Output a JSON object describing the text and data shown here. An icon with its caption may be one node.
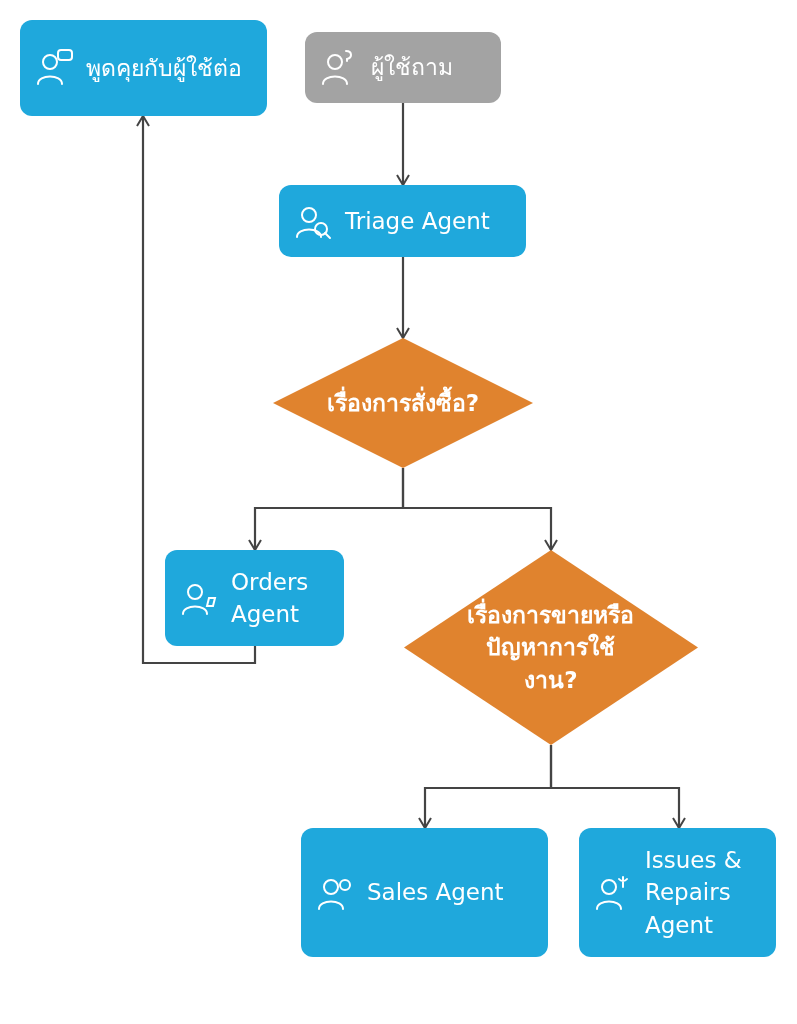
{
  "diagram": {
    "nodes": [
      {
        "text": [
          "พูดคุยกับผู้ใช้ต่อ"
        ]
      },
      {
        "text": [
          "ผู้ใช้ถาม"
        ]
      },
      {
        "text": [
          "Triage Agent"
        ]
      },
      {
        "text": [
          "เรื่องการสั่งซื้อ?"
        ]
      },
      {
        "text": [
          "Orders Agent"
        ]
      },
      {
        "text": [
          "เรื่องการขายหรือปัญหาการใช้งาน?"
        ]
      },
      {
        "text": [
          "Sales Agent"
        ]
      },
      {
        "text": [
          "Issues & Repairs Agent"
        ]
      }
    ],
    "edges": [
      {
        "from": 1,
        "to": 2,
        "arrow": "to"
      },
      {
        "from": 2,
        "to": 3,
        "arrow": "to"
      },
      {
        "from": 3,
        "to": 4,
        "arrow": "to"
      },
      {
        "from": 3,
        "to": 5,
        "arrow": "to"
      },
      {
        "from": 5,
        "to": 6,
        "arrow": "to"
      },
      {
        "from": 5,
        "to": 7,
        "arrow": "to"
      },
      {
        "from": 4,
        "to": 0,
        "arrow": "to"
      }
    ]
  }
}
